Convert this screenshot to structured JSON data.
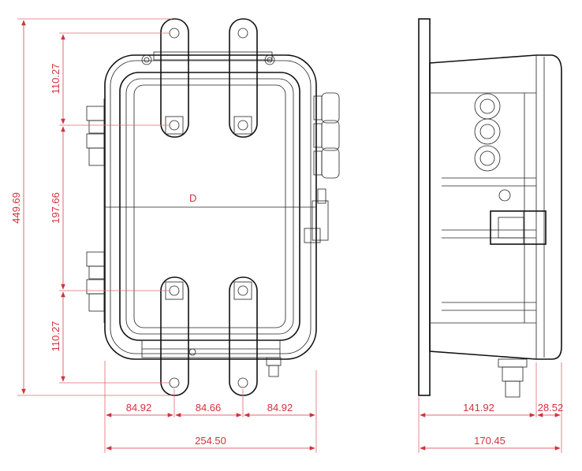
{
  "drawing": {
    "front_view": {
      "center_mark": "D",
      "dimensions": {
        "overall_height": "449.69",
        "top_segment": "110.27",
        "middle_segment": "197.66",
        "bottom_segment": "110.27",
        "left_spacing": "84.92",
        "center_spacing": "84.66",
        "right_spacing": "84.92",
        "overall_width": "254.50"
      }
    },
    "side_view": {
      "dimensions": {
        "body_depth": "141.92",
        "lid_depth": "28.52",
        "overall_depth": "170.45"
      }
    }
  }
}
